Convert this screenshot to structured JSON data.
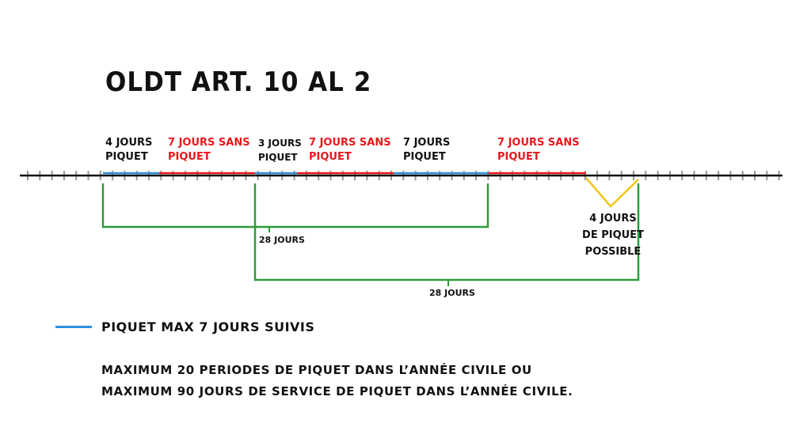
{
  "title": "OLDT ART. 10 AL 2",
  "timeline": {
    "segments": [
      {
        "type": "piquet",
        "label_lines": [
          "4 JOURS",
          "PIQUET"
        ],
        "color": "#2f8fdc"
      },
      {
        "type": "sans",
        "label_lines": [
          "7 JOURS  SANS",
          "PIQUET"
        ],
        "color": "#e8181c"
      },
      {
        "type": "piquet",
        "label_lines": [
          "3 JOURS",
          "PIQUET"
        ],
        "color": "#2f8fdc"
      },
      {
        "type": "sans",
        "label_lines": [
          "7 JOURS SANS",
          "PIQUET"
        ],
        "color": "#e8181c"
      },
      {
        "type": "piquet",
        "label_lines": [
          "7 JOURS",
          "PIQUET"
        ],
        "color": "#2f8fdc"
      },
      {
        "type": "sans",
        "label_lines": [
          "7 JOURS SANS",
          "PIQUET"
        ],
        "color": "#e8181c"
      }
    ],
    "possible_lines": [
      "4 JOURS",
      "DE PIQUET",
      "POSSIBLE"
    ],
    "possible_color": "#f2c31b",
    "brackets": [
      {
        "label": "28 JOURS",
        "color": "#2e9a3a"
      },
      {
        "label": "28 JOURS",
        "color": "#2e9a3a"
      }
    ]
  },
  "legend": {
    "label": "PIQUET MAX 7 JOURS SUIVIS",
    "color": "#2f8fdc"
  },
  "notes": [
    "MAXIMUM 20 PERIODES DE PIQUET DANS L’ANNÉE CIVILE OU",
    "MAXIMUM 90 JOURS DE SERVICE DE PIQUET DANS L’ANNÉE CIVILE."
  ]
}
